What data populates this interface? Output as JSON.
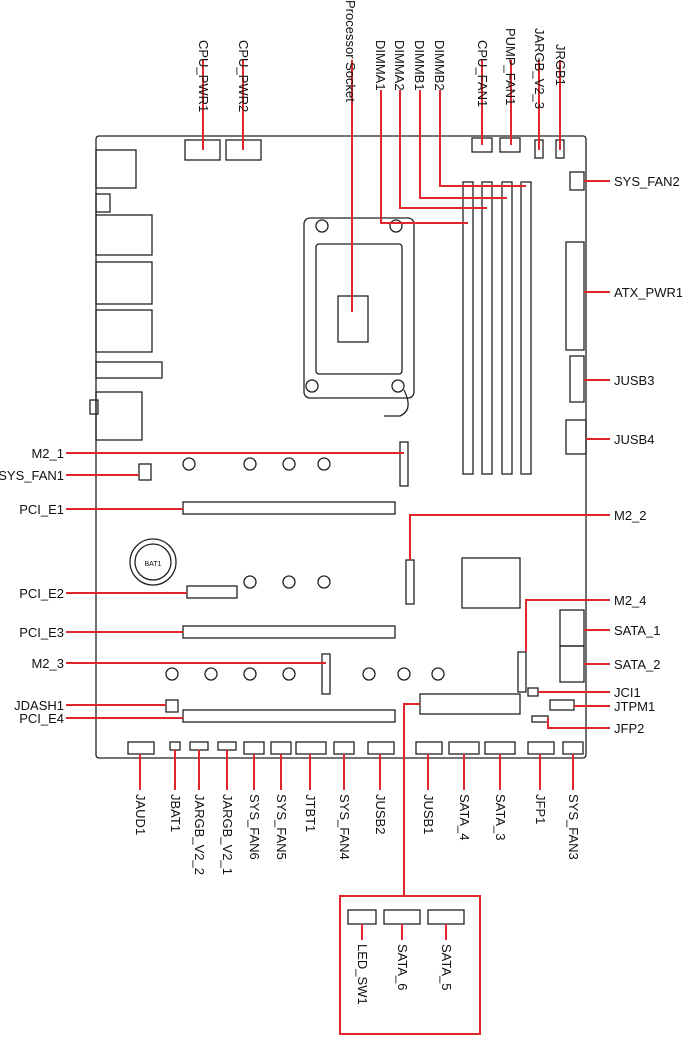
{
  "colors": {
    "leader": "#e0262a",
    "outline": "#222222",
    "board": "#ffffff"
  },
  "board_label": {
    "battery": "BAT1"
  },
  "labels": {
    "top": {
      "cpu_pwr1": "CPU_PWR1",
      "cpu_pwr2": "CPU_PWR2",
      "processor_socket": "Processor Socket",
      "dimma1": "DIMMA1",
      "dimma2": "DIMMA2",
      "dimmb1": "DIMMB1",
      "dimmb2": "DIMMB2",
      "cpu_fan1": "CPU_FAN1",
      "pump_fan1": "PUMP_FAN1",
      "jargb_v2_3": "JARGB_V2_3",
      "jrgb1": "JRGB1"
    },
    "right": {
      "sys_fan2": "SYS_FAN2",
      "atx_pwr1": "ATX_PWR1",
      "jusb3": "JUSB3",
      "jusb4": "JUSB4",
      "m2_2": "M2_2",
      "m2_4": "M2_4",
      "sata_1": "SATA_1",
      "sata_2": "SATA_2",
      "jci1": "JCI1",
      "jtpm1": "JTPM1",
      "jfp2": "JFP2"
    },
    "left": {
      "m2_1": "M2_1",
      "sys_fan1": "SYS_FAN1",
      "pci_e1": "PCI_E1",
      "pci_e2": "PCI_E2",
      "pci_e3": "PCI_E3",
      "m2_3": "M2_3",
      "jdash1": "JDASH1",
      "pci_e4": "PCI_E4"
    },
    "bottom": {
      "jaud1": "JAUD1",
      "jbat1": "JBAT1",
      "jargb_v2_2": "JARGB_V2_2",
      "jargb_v2_1": "JARGB_V2_1",
      "sys_fan6": "SYS_FAN6",
      "sys_fan5": "SYS_FAN5",
      "jtbt1": "JTBT1",
      "sys_fan4": "SYS_FAN4",
      "jusb2": "JUSB2",
      "jusb1": "JUSB1",
      "sata_4": "SATA_4",
      "sata_3": "SATA_3",
      "jfp1": "JFP1",
      "sys_fan3": "SYS_FAN3"
    },
    "inset": {
      "led_sw1": "LED_SW1",
      "sata_6": "SATA_6",
      "sata_5": "SATA_5"
    }
  }
}
